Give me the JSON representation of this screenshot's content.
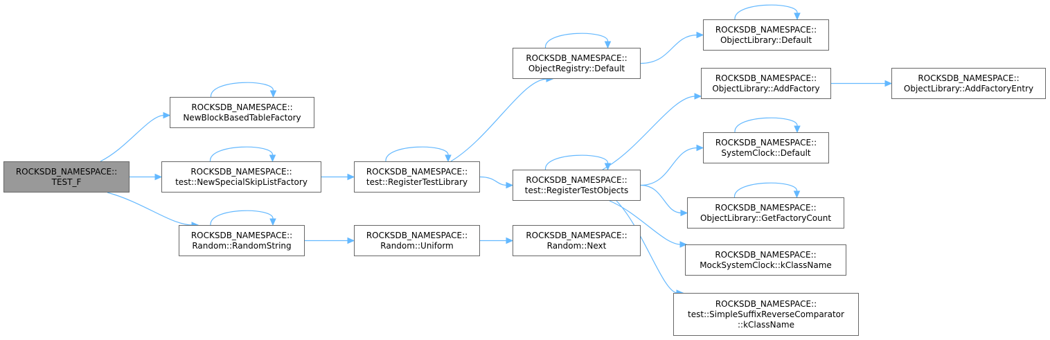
{
  "diagram": {
    "colors": {
      "edge": "#63b8ff",
      "node_border": "#666666",
      "root_fill": "#999999",
      "node_fill": "#ffffff"
    },
    "nodes": [
      {
        "id": "test_f",
        "root": true,
        "lines": [
          "ROCKSDB_NAMESPACE::",
          "TEST_F"
        ]
      },
      {
        "id": "new_block_based_table_factory",
        "lines": [
          "ROCKSDB_NAMESPACE::",
          "NewBlockBasedTableFactory"
        ]
      },
      {
        "id": "new_special_skip_list_factory",
        "lines": [
          "ROCKSDB_NAMESPACE::",
          "test::NewSpecialSkipListFactory"
        ]
      },
      {
        "id": "random_string",
        "lines": [
          "ROCKSDB_NAMESPACE::",
          "Random::RandomString"
        ]
      },
      {
        "id": "register_test_library",
        "lines": [
          "ROCKSDB_NAMESPACE::",
          "test::RegisterTestLibrary"
        ]
      },
      {
        "id": "random_uniform",
        "lines": [
          "ROCKSDB_NAMESPACE::",
          "Random::Uniform"
        ]
      },
      {
        "id": "object_registry_default",
        "lines": [
          "ROCKSDB_NAMESPACE::",
          "ObjectRegistry::Default"
        ]
      },
      {
        "id": "register_test_objects",
        "lines": [
          "ROCKSDB_NAMESPACE::",
          "test::RegisterTestObjects"
        ]
      },
      {
        "id": "random_next",
        "lines": [
          "ROCKSDB_NAMESPACE::",
          "Random::Next"
        ]
      },
      {
        "id": "object_library_default",
        "lines": [
          "ROCKSDB_NAMESPACE::",
          "ObjectLibrary::Default"
        ]
      },
      {
        "id": "object_library_add_factory",
        "lines": [
          "ROCKSDB_NAMESPACE::",
          "ObjectLibrary::AddFactory"
        ]
      },
      {
        "id": "system_clock_default",
        "lines": [
          "ROCKSDB_NAMESPACE::",
          "SystemClock::Default"
        ]
      },
      {
        "id": "object_library_get_factory_count",
        "lines": [
          "ROCKSDB_NAMESPACE::",
          "ObjectLibrary::GetFactoryCount"
        ]
      },
      {
        "id": "mock_system_clock_kclassname",
        "lines": [
          "ROCKSDB_NAMESPACE::",
          "MockSystemClock::kClassName"
        ]
      },
      {
        "id": "simple_suffix_reverse_comparator_kclassname",
        "lines": [
          "ROCKSDB_NAMESPACE::",
          "test::SimpleSuffixReverseComparator",
          "::kClassName"
        ]
      },
      {
        "id": "object_library_add_factory_entry",
        "lines": [
          "ROCKSDB_NAMESPACE::",
          "ObjectLibrary::AddFactoryEntry"
        ]
      }
    ],
    "edges": [
      {
        "from": "test_f",
        "to": "new_block_based_table_factory"
      },
      {
        "from": "test_f",
        "to": "new_special_skip_list_factory"
      },
      {
        "from": "test_f",
        "to": "random_string"
      },
      {
        "from": "new_block_based_table_factory",
        "to": "new_block_based_table_factory"
      },
      {
        "from": "new_special_skip_list_factory",
        "to": "new_special_skip_list_factory"
      },
      {
        "from": "new_special_skip_list_factory",
        "to": "register_test_library"
      },
      {
        "from": "random_string",
        "to": "random_string"
      },
      {
        "from": "random_string",
        "to": "random_uniform"
      },
      {
        "from": "register_test_library",
        "to": "register_test_library"
      },
      {
        "from": "register_test_library",
        "to": "object_registry_default"
      },
      {
        "from": "register_test_library",
        "to": "register_test_objects"
      },
      {
        "from": "random_uniform",
        "to": "random_next"
      },
      {
        "from": "object_registry_default",
        "to": "object_registry_default"
      },
      {
        "from": "object_registry_default",
        "to": "object_library_default"
      },
      {
        "from": "register_test_objects",
        "to": "register_test_objects"
      },
      {
        "from": "register_test_objects",
        "to": "object_library_add_factory"
      },
      {
        "from": "register_test_objects",
        "to": "system_clock_default"
      },
      {
        "from": "register_test_objects",
        "to": "object_library_get_factory_count"
      },
      {
        "from": "register_test_objects",
        "to": "mock_system_clock_kclassname"
      },
      {
        "from": "register_test_objects",
        "to": "simple_suffix_reverse_comparator_kclassname"
      },
      {
        "from": "object_library_default",
        "to": "object_library_default"
      },
      {
        "from": "object_library_add_factory",
        "to": "object_library_add_factory_entry"
      },
      {
        "from": "system_clock_default",
        "to": "system_clock_default"
      },
      {
        "from": "object_library_get_factory_count",
        "to": "object_library_get_factory_count"
      }
    ]
  }
}
